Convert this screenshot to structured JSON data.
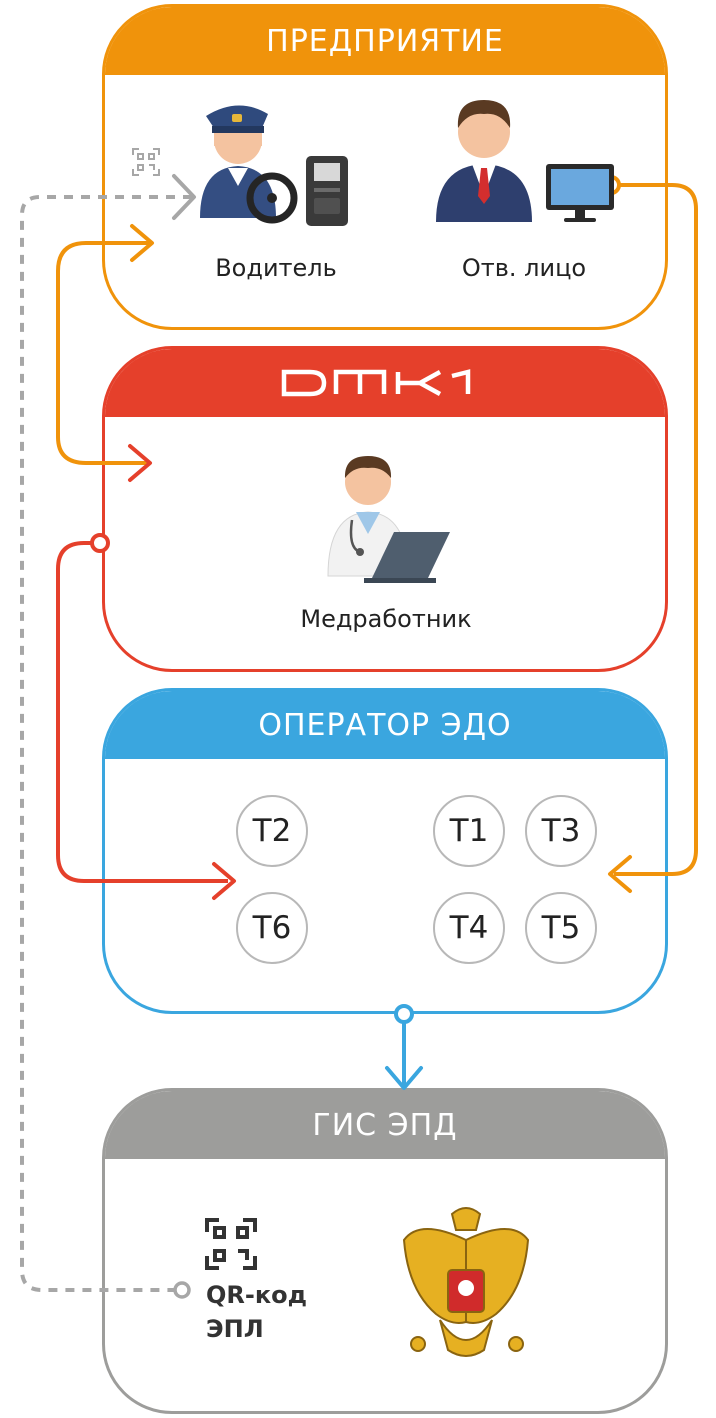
{
  "colors": {
    "enterprise": "#F0930B",
    "dmk": "#E5402B",
    "edo": "#3AA6DF",
    "gis": "#9D9D9B",
    "dashed": "#A7A7A7"
  },
  "enterprise": {
    "title": "ПРЕДПРИЯТИЕ",
    "driver_label": "Водитель",
    "responsible_label": "Отв. лицо"
  },
  "dmk": {
    "logo_text": "DMK1",
    "medic_label": "Медработник"
  },
  "edo": {
    "title": "ОПЕРАТОР ЭДО",
    "documents": [
      "Т2",
      "Т6",
      "Т1",
      "Т3",
      "Т4",
      "Т5"
    ]
  },
  "gis": {
    "title": "ГИС ЭПД",
    "qr_line1": "QR-код",
    "qr_line2": "ЭПЛ"
  },
  "icons": [
    "qr-small-icon",
    "driver-icon",
    "tachograph-icon",
    "manager-icon",
    "monitor-icon",
    "doctor-icon",
    "qr-code-icon",
    "coat-of-arms-icon"
  ]
}
